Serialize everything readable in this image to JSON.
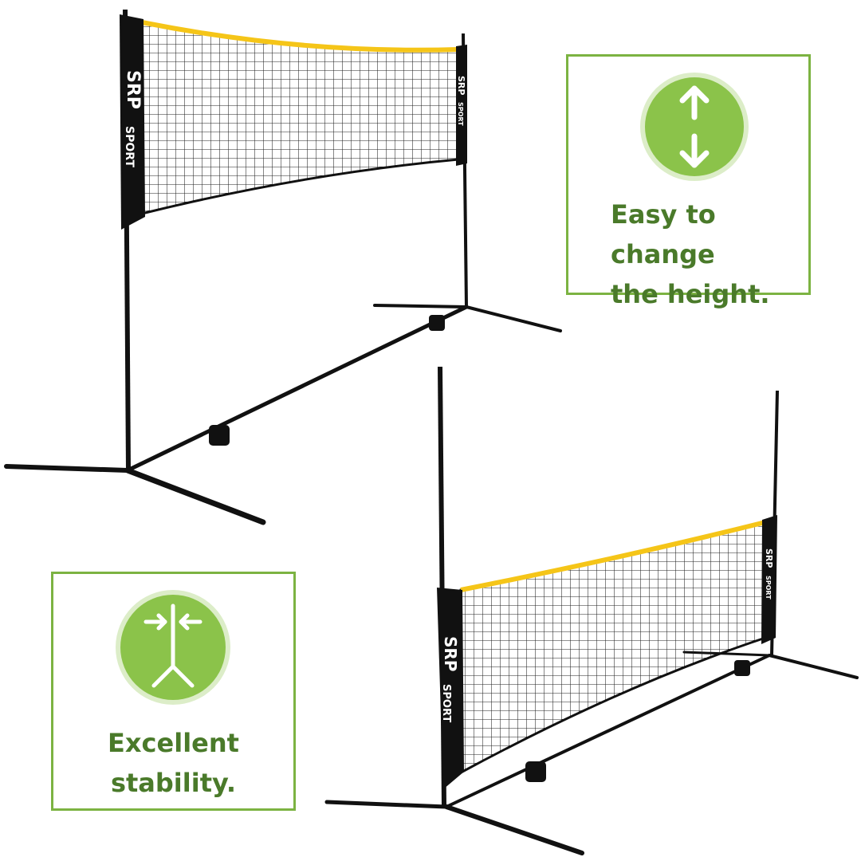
{
  "features": [
    {
      "icon": "up-down-arrows-icon",
      "text_line1": "Easy to change",
      "text_line2": "the height."
    },
    {
      "icon": "tripod-stability-icon",
      "text_line1": "Excellent",
      "text_line2": "stability."
    }
  ],
  "net_branding": {
    "brand": "SRP",
    "sub": "SPORT"
  },
  "colors": {
    "accent_green": "#7cb342",
    "badge_green": "#8bc34a",
    "text_green": "#4a7a2a",
    "net_top_band": "#f5c518",
    "pole": "#111111"
  }
}
